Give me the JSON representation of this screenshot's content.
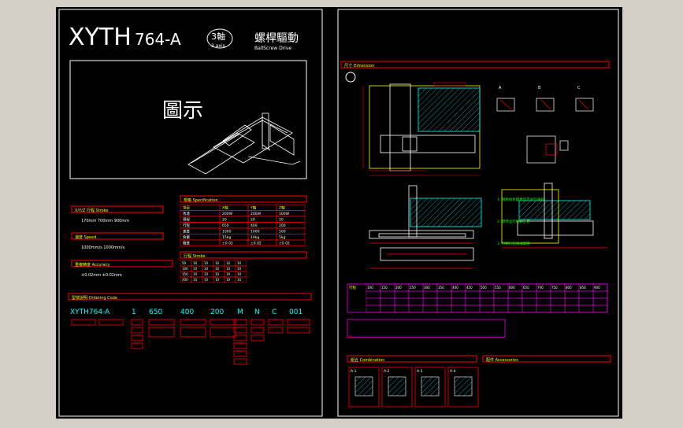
{
  "sheet_left": {
    "title_main": "XYTH",
    "title_model": "764-A",
    "axis_badge": "3軸",
    "axis_badge_sub": "3 axis",
    "drive_cn": "螺桿驅動",
    "drive_en": "BallScrew Drive",
    "image_label": "圖示",
    "sec_stroke": "X/Y/Z 行程 Stroke",
    "stroke_line": "170mm 700mm 900mm",
    "sec_speed": "速度 Speed",
    "speed_line": "1000mm/s 1000mm/s",
    "sec_accuracy": "重複精度 Accuracy",
    "accuracy_line": "±0.02mm ±0.02mm",
    "sec_spec": "規格 Specification",
    "spec_headers": [
      "項目",
      "X軸",
      "Y軸",
      "Z軸"
    ],
    "spec_rows": [
      [
        "馬達",
        "200W",
        "200W",
        "100W"
      ],
      [
        "導程",
        "20",
        "20",
        "10"
      ],
      [
        "行程",
        "650",
        "400",
        "200"
      ],
      [
        "速度",
        "1000",
        "1000",
        "500"
      ],
      [
        "負載",
        "15kg",
        "10kg",
        "5kg"
      ],
      [
        "精度",
        "±0.02",
        "±0.02",
        "±0.02"
      ]
    ],
    "sec_table2": "行程 Stroke",
    "table2_rows": [
      [
        "50",
        "10",
        "10",
        "10",
        "10",
        "10"
      ],
      [
        "100",
        "10",
        "10",
        "10",
        "10",
        "10"
      ],
      [
        "150",
        "10",
        "10",
        "10",
        "10",
        "10"
      ],
      [
        "200",
        "10",
        "10",
        "10",
        "10",
        "10"
      ]
    ],
    "sec_order": "型號說明 Ordering Code",
    "order_code": [
      "XYTH764-A",
      "1",
      "650",
      "400",
      "200",
      "M",
      "N",
      "C",
      "001"
    ]
  },
  "sheet_right": {
    "sec_dimension": "尺寸 Dimension",
    "detail_a": "A",
    "detail_b": "B",
    "detail_c": "C",
    "notes": [
      "1. 規格如有變更恕不另行通知",
      "2. 標準品行程如上表",
      "3. 訂製行程請洽業務"
    ],
    "stroke_table_header": "行程",
    "stroke_values": [
      "100",
      "150",
      "200",
      "250",
      "300",
      "350",
      "400",
      "450",
      "500",
      "550",
      "600",
      "650",
      "700",
      "750",
      "800",
      "850",
      "900"
    ],
    "sec_combination": "組合 Combination",
    "sec_accessories": "配件 Accessories",
    "combo_labels": [
      "A-1",
      "A-2",
      "A-3",
      "A-4"
    ]
  }
}
